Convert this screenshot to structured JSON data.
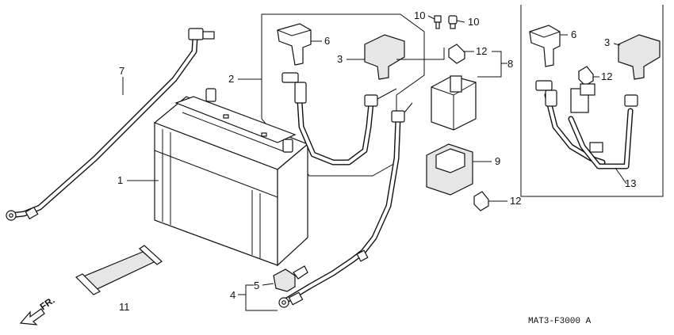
{
  "diagram": {
    "part_labels": [
      "1",
      "2",
      "3",
      "4",
      "5",
      "6",
      "7",
      "8",
      "9",
      "10",
      "11",
      "12",
      "13"
    ],
    "labels": {
      "p1": "1",
      "p2": "2",
      "p3": "3",
      "p3b": "3",
      "p4": "4",
      "p5": "5",
      "p6": "6",
      "p6b": "6",
      "p7": "7",
      "p8": "8",
      "p9": "9",
      "p10a": "10",
      "p10b": "10",
      "p11": "11",
      "p12a": "12",
      "p12b": "12",
      "p12c": "12",
      "p13": "13"
    },
    "direction_label": "FR.",
    "drawing_code": "MAT3-F3000 A"
  },
  "icons": {
    "direction_arrow": "front-direction-arrow-icon"
  },
  "colors": {
    "line": "#111111",
    "background": "#ffffff",
    "speckle_fill": "#e6e6e6"
  }
}
